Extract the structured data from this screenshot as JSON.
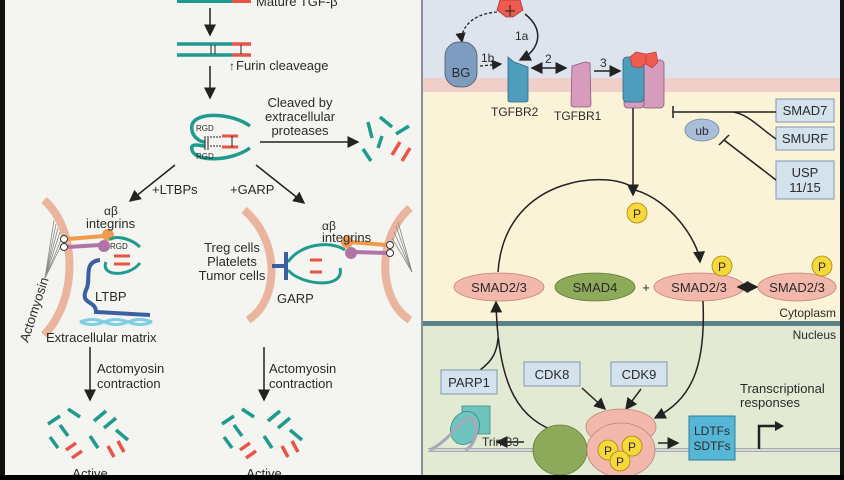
{
  "left_panel": {
    "mature_label": "Mature TGF-β",
    "furin_label": "Furin cleaveage",
    "rgd": "RGD",
    "cleaved_label": [
      "Cleaved by",
      "extracellular",
      "proteases"
    ],
    "ltbps_label": "+LTBPs",
    "garp_arrow_label": "+GARP",
    "integrins_label": [
      "αβ",
      "integrins"
    ],
    "actomyosin_label": "Actomyosin",
    "ltbp_label": "LTBP",
    "ecm_label": "Extracellular matrix",
    "cell_types": [
      "Treg cells",
      "Platelets",
      "Tumor cells"
    ],
    "garp_label": "GARP",
    "contraction_label": [
      "Actomyosin",
      "contraction"
    ],
    "active_label": "Active"
  },
  "right_panel": {
    "colors": {
      "extracellular": "#dde4ee",
      "membrane": "#f0cfc9",
      "cytoplasm": "#fbf3d8",
      "nucleus": "#e3ead3",
      "nuclear_envelope": "#5c8088",
      "tgfbr2": "#4f9dbd",
      "tgfbr1": "#d79cbd",
      "ligand": "#ef5b50",
      "smad23": "#f2b8ac",
      "smad4": "#8daa5a",
      "phospho": "#f6d83a",
      "box": "#d4e2ee"
    },
    "step_labels": [
      "1a",
      "1b",
      "2",
      "3"
    ],
    "bg_label": "BG",
    "tgfbr2_label": "TGFBR2",
    "tgfbr1_label": "TGFBR1",
    "inhibitors": [
      "SMAD7",
      "SMURF"
    ],
    "usp_label": [
      "USP",
      "11/15"
    ],
    "ub_label": "ub",
    "phospho_label": "P",
    "smad23_label": "SMAD2/3",
    "smad4_label": "SMAD4",
    "plus": "+",
    "cytoplasm_label": "Cytoplasm",
    "nucleus_label": "Nucleus",
    "parp1_label": "PARP1",
    "cdk8_label": "CDK8",
    "cdk9_label": "CDK9",
    "trim33_label": "Trim33",
    "tf_label": [
      "LDTFs",
      "SDTFs"
    ],
    "transcription_label": [
      "Transcriptional",
      "responses"
    ]
  }
}
